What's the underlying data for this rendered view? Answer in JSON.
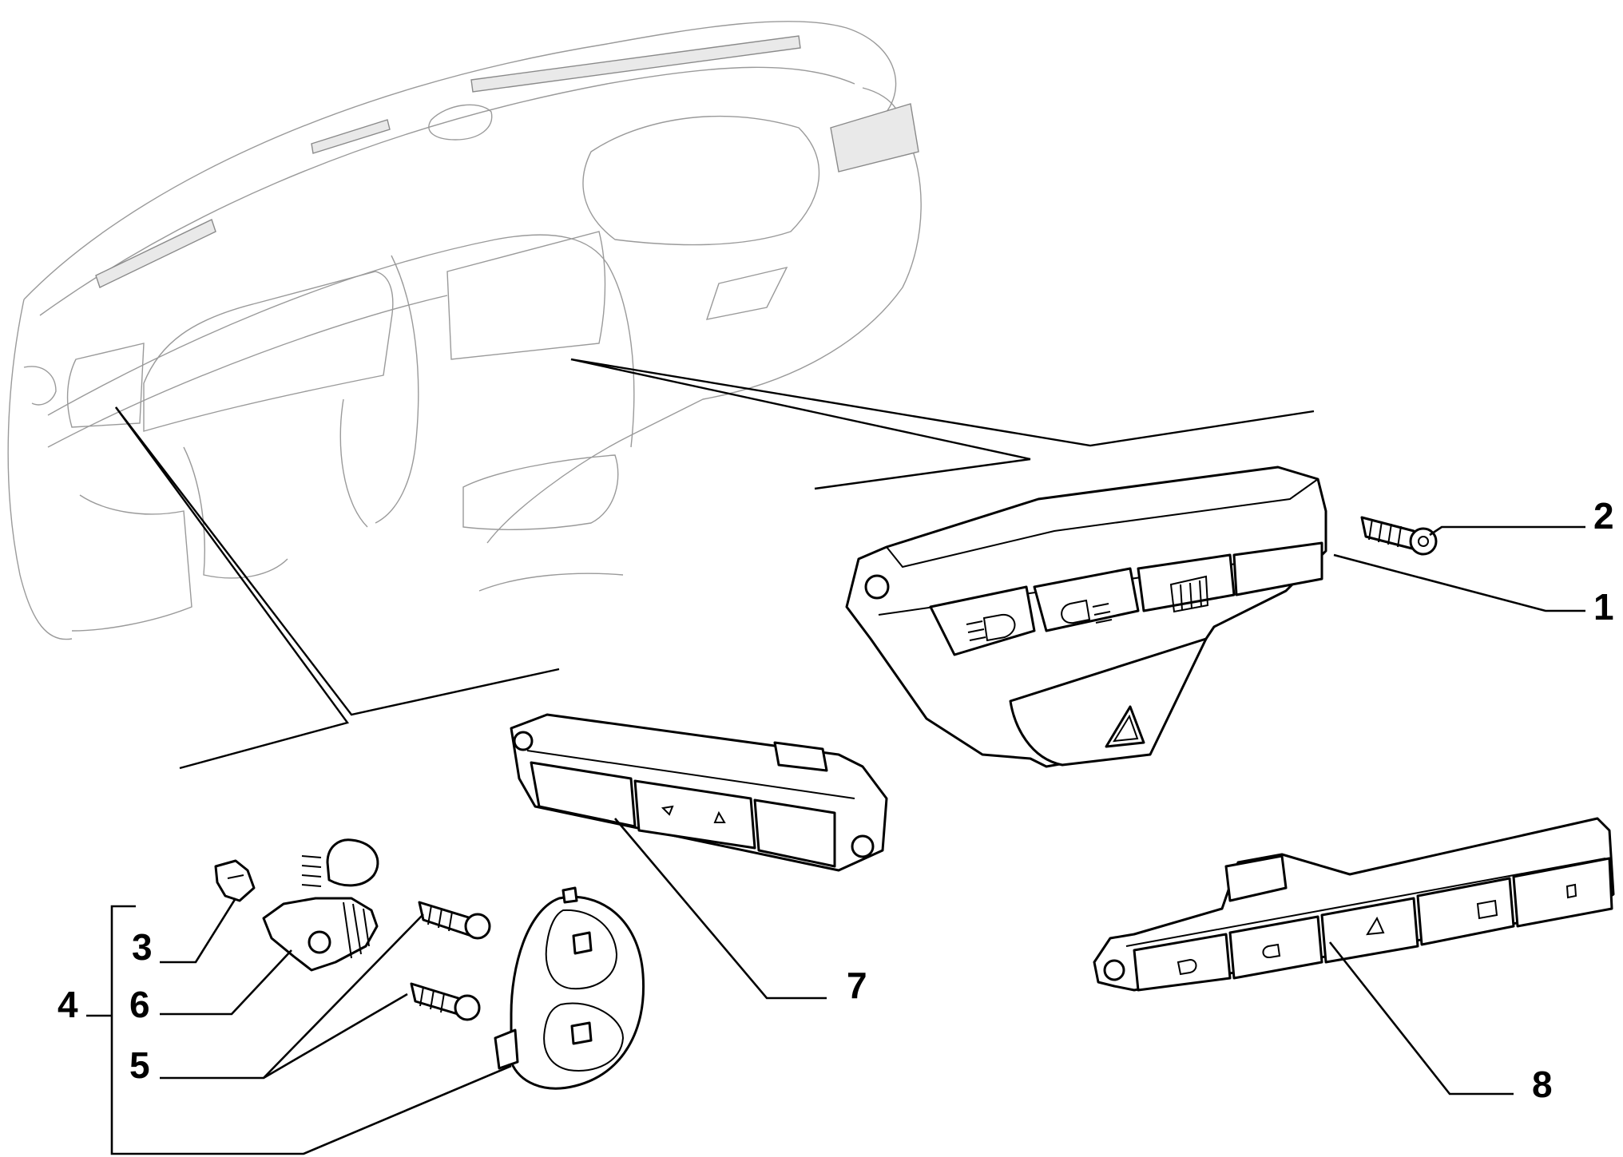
{
  "callouts": [
    {
      "id": "1",
      "label": "1"
    },
    {
      "id": "2",
      "label": "2"
    },
    {
      "id": "3",
      "label": "3"
    },
    {
      "id": "4",
      "label": "4"
    },
    {
      "id": "5",
      "label": "5"
    },
    {
      "id": "6",
      "label": "6"
    },
    {
      "id": "7",
      "label": "7"
    },
    {
      "id": "8",
      "label": "8"
    }
  ],
  "parts": {
    "switch_panel_1": {
      "button_icons": [
        "front-fog-light-icon",
        "rear-fog-light-icon",
        "rear-defrost-icon",
        "hazard-triangle-icon"
      ]
    },
    "switch_panel_7": {
      "button_icons": [
        "arrow-down-icon",
        "arrow-up-icon"
      ]
    },
    "switch_panel_8": {
      "button_icons": [
        "front-fog-light-icon",
        "rear-fog-light-icon",
        "hazard-triangle-icon",
        "rear-defrost-icon",
        "switch-icon"
      ]
    },
    "headlamp_symbol": "low-beam-headlight-icon"
  },
  "colors": {
    "ink": "#000000",
    "ghost_line": "#9a9a9a",
    "background": "#ffffff"
  }
}
